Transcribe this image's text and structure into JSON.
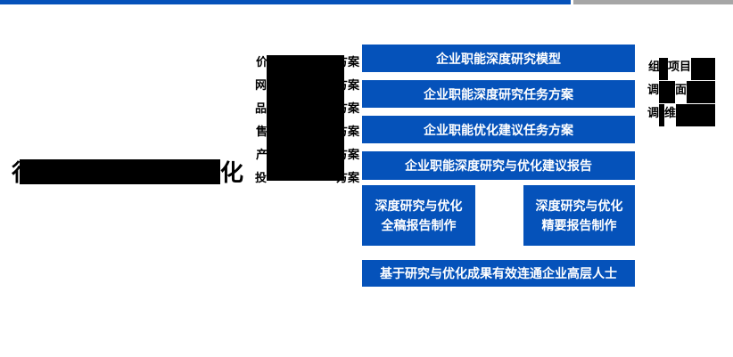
{
  "colors": {
    "accent_blue": "#0552ba",
    "top_bar_blue": "#0552ba",
    "top_bar_gray": "#a6a6a6",
    "redaction_black": "#000000",
    "box_text": "#ffffff",
    "body_text": "#000000"
  },
  "title": {
    "visible_start": "行",
    "visible_end": "化"
  },
  "left_list": {
    "suffix": "方案",
    "items": [
      {
        "first_char": "价"
      },
      {
        "first_char": "网"
      },
      {
        "first_char": "品"
      },
      {
        "first_char": "售"
      },
      {
        "first_char": "产"
      },
      {
        "first_char": "投"
      }
    ]
  },
  "flow": {
    "box1": "企业职能深度研究模型",
    "box2": "企业职能深度研究任务方案",
    "box3": "企业职能优化建议任务方案",
    "box4": "企业职能深度研究与优化建议报告",
    "box5_line1": "深度研究与优化",
    "box5_line2": "全稿报告制作",
    "box6_line1": "深度研究与优化",
    "box6_line2": "精要报告制作",
    "box7": "基于研究与优化成果有效连通企业高层人士"
  },
  "right_list": {
    "line1": {
      "frag1": "组",
      "frag2": "项目"
    },
    "line2": {
      "frag1": "调",
      "frag2": "面"
    },
    "line3": {
      "frag1": "调",
      "frag2": "维"
    }
  }
}
